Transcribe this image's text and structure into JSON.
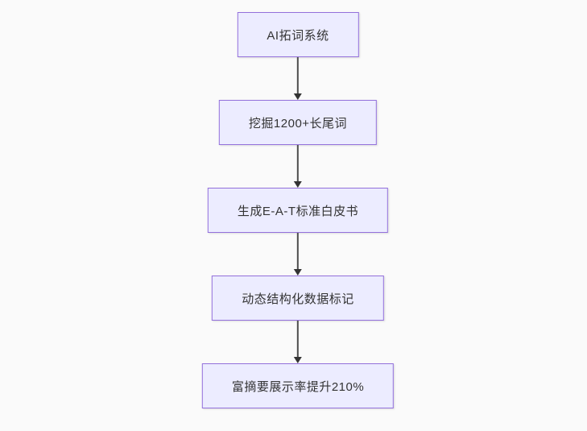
{
  "page": {
    "background_color": "#fafafa"
  },
  "flowchart": {
    "type": "flowchart",
    "direction": "top-down",
    "node_fill_color": "#ececff",
    "node_border_color": "#9370db",
    "node_text_color": "#333333",
    "arrow_color": "#333333",
    "nodes": [
      {
        "id": "n1",
        "label": "AI拓词系统"
      },
      {
        "id": "n2",
        "label": "挖掘1200+长尾词"
      },
      {
        "id": "n3",
        "label": "生成E-A-T标准白皮书"
      },
      {
        "id": "n4",
        "label": "动态结构化数据标记"
      },
      {
        "id": "n5",
        "label": "富摘要展示率提升210%"
      }
    ],
    "edges": [
      {
        "from": "n1",
        "to": "n2",
        "style": "arrow-down"
      },
      {
        "from": "n2",
        "to": "n3",
        "style": "arrow-down"
      },
      {
        "from": "n3",
        "to": "n4",
        "style": "arrow-down"
      },
      {
        "from": "n4",
        "to": "n5",
        "style": "arrow-down"
      }
    ]
  }
}
